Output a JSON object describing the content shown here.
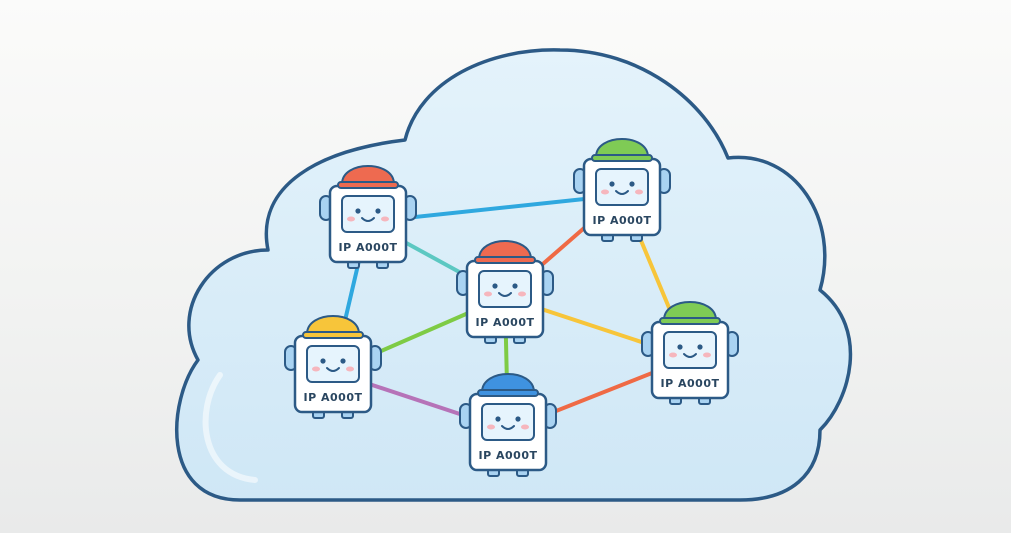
{
  "diagram": {
    "palette": {
      "outline": "#2c5a86",
      "cloud_fill": "#d8ecf8",
      "robot_body": "#ffffff",
      "screen_fill": "#e6f4fd",
      "ear_fill": "#a9d3f2",
      "cheek": "#f6b6bd"
    },
    "nodes": [
      {
        "id": "n1",
        "label": "IP A000T",
        "hat_color": "#ee6a50",
        "hat_icon": "red-hard-hat-icon"
      },
      {
        "id": "n2",
        "label": "IP A000T",
        "hat_color": "#7fcb55",
        "hat_icon": "green-hard-hat-icon"
      },
      {
        "id": "n3",
        "label": "IP A000T",
        "hat_color": "#ee6a50",
        "hat_icon": "red-hard-hat-icon"
      },
      {
        "id": "n4",
        "label": "IP A000T",
        "hat_color": "#f7c53a",
        "hat_icon": "yellow-hard-hat-icon"
      },
      {
        "id": "n5",
        "label": "IP A000T",
        "hat_color": "#7fcb55",
        "hat_icon": "green-hard-hat-icon"
      },
      {
        "id": "n6",
        "label": "IP A000T",
        "hat_color": "#3f92e0",
        "hat_icon": "blue-hard-hat-icon"
      }
    ],
    "links": [
      {
        "from": "n1",
        "to": "n2",
        "color": "#2fa8df"
      },
      {
        "from": "n1",
        "to": "n4",
        "color": "#2fa8df"
      },
      {
        "from": "n1",
        "to": "n3",
        "color": "#5cc8c2"
      },
      {
        "from": "n3",
        "to": "n2",
        "color": "#ef6a45"
      },
      {
        "from": "n2",
        "to": "n5",
        "color": "#f7c53a"
      },
      {
        "from": "n3",
        "to": "n5",
        "color": "#f7c53a"
      },
      {
        "from": "n3",
        "to": "n4",
        "color": "#7ecb45"
      },
      {
        "from": "n3",
        "to": "n6",
        "color": "#7ecb45"
      },
      {
        "from": "n4",
        "to": "n6",
        "color": "#b673b8"
      },
      {
        "from": "n6",
        "to": "n5",
        "color": "#ef6a45"
      }
    ]
  }
}
